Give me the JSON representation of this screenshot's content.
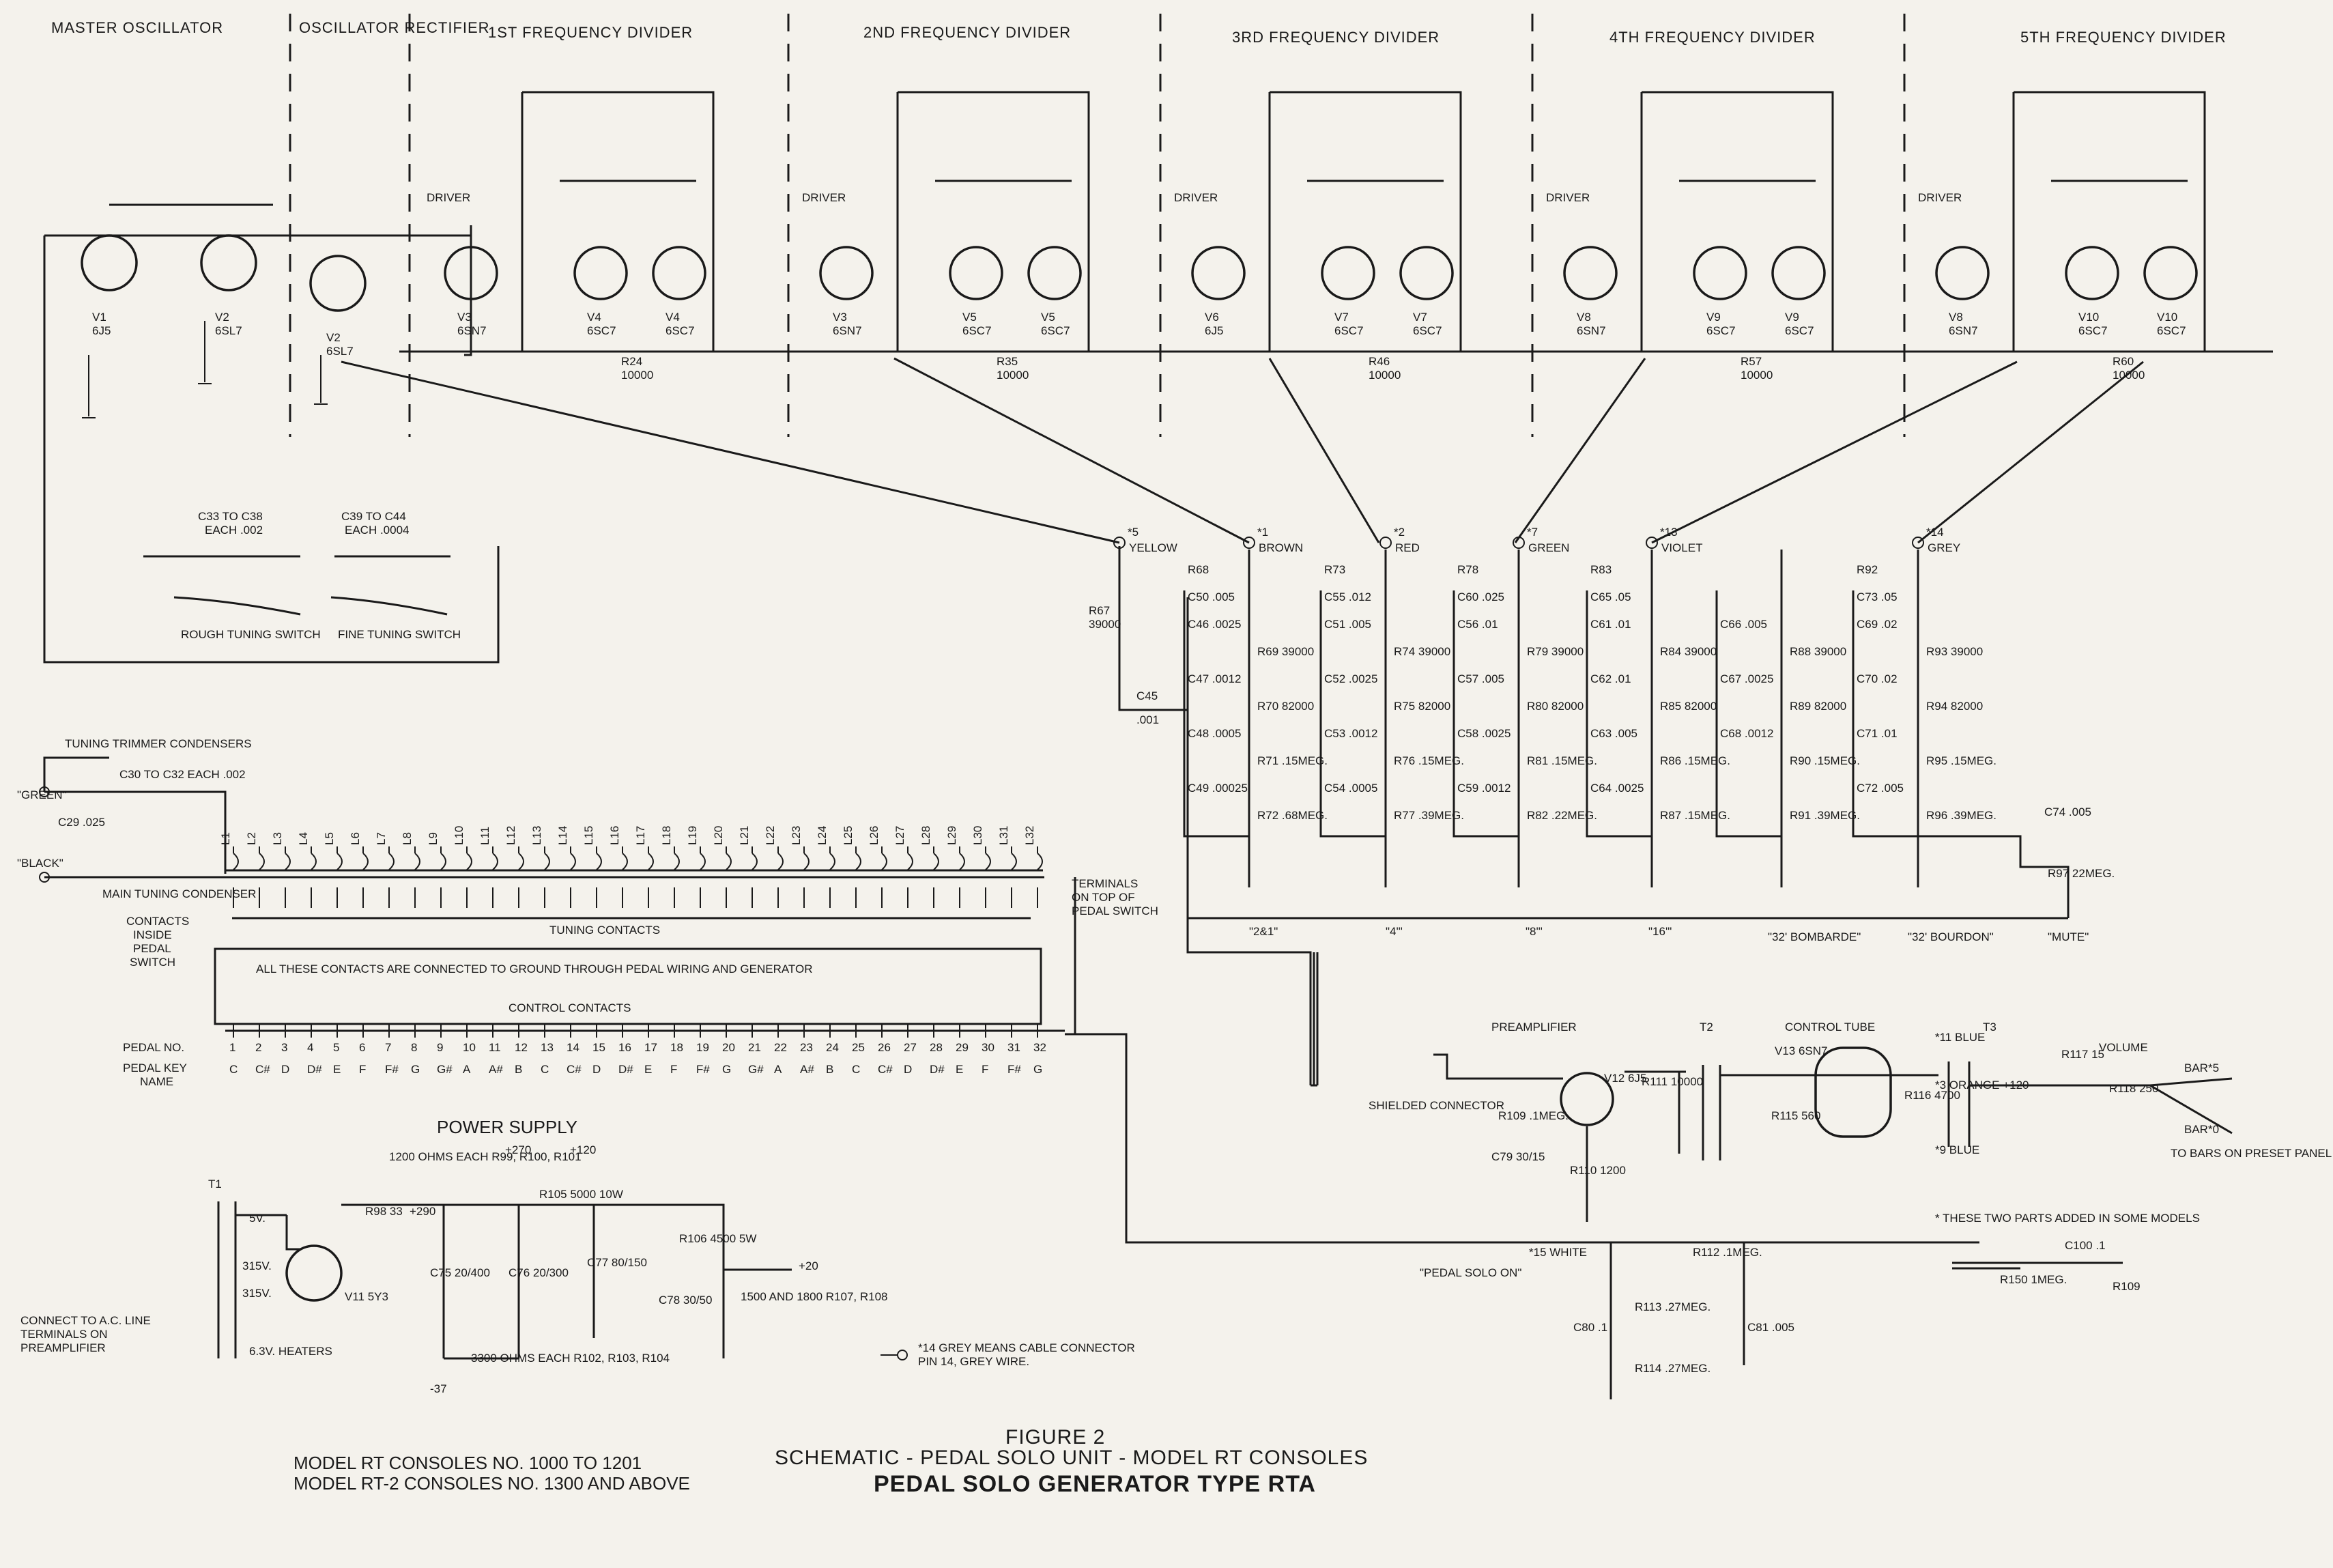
{
  "sections": [
    "MASTER OSCILLATOR",
    "OSCILLATOR RECTIFIER",
    "1ST FREQUENCY DIVIDER",
    "2ND FREQUENCY DIVIDER",
    "3RD FREQUENCY DIVIDER",
    "4TH FREQUENCY DIVIDER",
    "5TH FREQUENCY DIVIDER"
  ],
  "driver_label": "DRIVER",
  "divider_tubes": [
    {
      "driver": "V3",
      "driver_type": "6SN7",
      "pair_a": "V4",
      "pair_b": "V4",
      "pair_type": "6SC7",
      "out": "R24",
      "out_val": "10000"
    },
    {
      "driver": "V3",
      "driver_type": "6SN7",
      "pair_a": "V5",
      "pair_b": "V5",
      "pair_type": "6SC7",
      "out": "R35",
      "out_val": "10000"
    },
    {
      "driver": "V6",
      "driver_type": "6J5",
      "pair_a": "V7",
      "pair_b": "V7",
      "pair_type": "6SC7",
      "out": "R46",
      "out_val": "10000"
    },
    {
      "driver": "V8",
      "driver_type": "6SN7",
      "pair_a": "V9",
      "pair_b": "V9",
      "pair_type": "6SC7",
      "out": "R57",
      "out_val": "10000"
    },
    {
      "driver": "V8",
      "driver_type": "6SN7",
      "pair_a": "V10",
      "pair_b": "V10",
      "pair_type": "6SC7",
      "out": "R60",
      "out_val": "10000"
    }
  ],
  "osc_tubes": [
    {
      "name": "V1",
      "type": "6J5"
    },
    {
      "name": "V2",
      "type": "6SL7"
    },
    {
      "name": "V2",
      "type": "6SL7"
    }
  ],
  "connectors": [
    {
      "pin": "*5",
      "color": "YELLOW"
    },
    {
      "pin": "*1",
      "color": "BROWN"
    },
    {
      "pin": "*2",
      "color": "RED"
    },
    {
      "pin": "*7",
      "color": "GREEN"
    },
    {
      "pin": "*13",
      "color": "VIOLET"
    },
    {
      "pin": "*14",
      "color": "GREY"
    }
  ],
  "filter_parts": [
    [
      "R68",
      "C50 .005",
      "C46 .0025",
      "R69 39000",
      "C47 .0012",
      "R70 82000",
      "C48 .0005",
      "R71 .15MEG.",
      "C49 .00025",
      "R72 .68MEG."
    ],
    [
      "R73",
      "C55 .012",
      "C51 .005",
      "R74 39000",
      "C52 .0025",
      "R75 82000",
      "C53 .0012",
      "R76 .15MEG.",
      "C54 .0005",
      "R77 .39MEG."
    ],
    [
      "R78",
      "C60 .025",
      "C56 .01",
      "R79 39000",
      "C57 .005",
      "R80 82000",
      "C58 .0025",
      "R81 .15MEG.",
      "C59 .0012",
      "R82 .22MEG."
    ],
    [
      "R83",
      "C65 .05",
      "C61 .01",
      "R84 39000",
      "C62 .01",
      "R85 82000",
      "C63 .005",
      "R86 .15MEG.",
      "C64 .0025",
      "R87 .15MEG."
    ],
    [
      "",
      "",
      "C66 .005",
      "R88 39000",
      "C67 .0025",
      "R89 82000",
      "C68 .0012",
      "R90 .15MEG.",
      "",
      "R91 .39MEG."
    ],
    [
      "R92",
      "C73 .05",
      "C69 .02",
      "R93 39000",
      "C70 .02",
      "R94 82000",
      "C71 .01",
      "R95 .15MEG.",
      "C72 .005",
      "R96 .39MEG."
    ]
  ],
  "stops": [
    "\"2&1\"",
    "\"4'\"",
    "\"8'\"",
    "\"16'\"",
    "\"32' BOMBARDE\"",
    "\"32' BOURDON\"",
    "\"MUTE\""
  ],
  "tuning": {
    "rough": "ROUGH TUNING SWITCH",
    "fine": "FINE TUNING SWITCH",
    "c33": "C33 TO C38 EACH .002",
    "c39": "C39 TO C44 EACH .0004",
    "trimmer": "TUNING TRIMMER CONDENSERS",
    "c30": "C30 TO C32 EACH .002",
    "c29": "C29 .025",
    "main": "MAIN TUNING CONDENSER",
    "green": "\"GREEN\"",
    "black": "\"BLACK\""
  },
  "coils": [
    "L1",
    "L2",
    "L3",
    "L4",
    "L5",
    "L6",
    "L7",
    "L8",
    "L9",
    "L10",
    "L11",
    "L12",
    "L13",
    "L14",
    "L15",
    "L16",
    "L17",
    "L18",
    "L19",
    "L20",
    "L21",
    "L22",
    "L23",
    "L24",
    "L25",
    "L26",
    "L27",
    "L28",
    "L29",
    "L30",
    "L31",
    "L32"
  ],
  "contacts": {
    "tuning": "TUNING CONTACTS",
    "note": "ALL THESE CONTACTS ARE CONNECTED TO GROUND THROUGH PEDAL WIRING AND GENERATOR",
    "control": "CONTROL CONTACTS",
    "inside": "CONTACTS INSIDE PEDAL SWITCH",
    "terminals": "TERMINALS ON TOP OF PEDAL SWITCH",
    "pedal_no_label": "PEDAL NO.",
    "pedal_key_label": "PEDAL KEY NAME",
    "pedal_numbers": [
      "1",
      "2",
      "3",
      "4",
      "5",
      "6",
      "7",
      "8",
      "9",
      "10",
      "11",
      "12",
      "13",
      "14",
      "15",
      "16",
      "17",
      "18",
      "19",
      "20",
      "21",
      "22",
      "23",
      "24",
      "25",
      "26",
      "27",
      "28",
      "29",
      "30",
      "31",
      "32"
    ],
    "pedal_keys": [
      "C",
      "C#",
      "D",
      "D#",
      "E",
      "F",
      "F#",
      "G",
      "G#",
      "A",
      "A#",
      "B",
      "C",
      "C#",
      "D",
      "D#",
      "E",
      "F",
      "F#",
      "G",
      "G#",
      "A",
      "A#",
      "B",
      "C",
      "C#",
      "D",
      "D#",
      "E",
      "F",
      "F#",
      "G"
    ]
  },
  "power": {
    "title": "POWER SUPPLY",
    "t1": "T1",
    "v11": "V11 5Y3",
    "line": "CONNECT TO A.C. LINE TERMINALS ON PREAMPLIFIER",
    "heaters": "6.3V. HEATERS",
    "v5": "5V.",
    "v315a": "315V.",
    "v315b": "315V.",
    "r98": "R98 33",
    "p290": "+290",
    "ohms1200": "1200 OHMS EACH R99, R100, R101",
    "p270": "+270",
    "p120": "+120",
    "r105": "R105 5000 10W",
    "c75": "C75 20/400",
    "c76": "C76 20/300",
    "c77": "C77 80/150",
    "c78": "C78 30/50",
    "r106": "R106 4500 5W",
    "p20": "+20",
    "r107": "1500 AND 1800 R107, R108",
    "ohms3300": "3300 OHMS EACH R102, R103, R104",
    "m37": "-37"
  },
  "preamp": {
    "title": "PREAMPLIFIER",
    "v12": "V12 6J5",
    "shielded": "SHIELDED CONNECTOR",
    "r109": "R109 .1MEG.",
    "r110": "R110 1200",
    "r111": "R111 10000",
    "c79": "C79 30/15",
    "t2": "T2",
    "control": "CONTROL TUBE",
    "v13": "V13 6SN7",
    "r115": "R115 560",
    "r116": "R116 4700",
    "t3": "T3",
    "blue1": "*11 BLUE",
    "orange": "*3 ORANGE +120",
    "blue2": "*9 BLUE",
    "r117": "R117 15",
    "volume": "VOLUME",
    "r118": "R118 250",
    "bar5": "BAR*5",
    "bar0": "BAR*0",
    "bars": "TO BARS ON PRESET PANEL",
    "pedalsolo": "\"PEDAL SOLO ON\"",
    "white": "*15 WHITE",
    "r112": "R112 .1MEG.",
    "r113": "R113 .27MEG.",
    "r114": "R114 .27MEG.",
    "c80": "C80 .1",
    "c81": "C81 .005",
    "c74": "C74 .005",
    "r97": "R97 22MEG."
  },
  "notes": {
    "added": "* THESE TWO PARTS ADDED IN SOME MODELS",
    "c100": "C100 .1",
    "r150": "R150 1MEG.",
    "r109b": "R109",
    "grey": "*14 GREY MEANS CABLE CONNECTOR PIN 14, GREY WIRE."
  },
  "caption": {
    "fig": "FIGURE 2",
    "line1": "SCHEMATIC - PEDAL SOLO UNIT  -  MODEL RT CONSOLES",
    "line2": "PEDAL SOLO GENERATOR TYPE RTA",
    "models1": "MODEL RT CONSOLES NO. 1000 TO 1201",
    "models2": "MODEL RT-2 CONSOLES NO. 1300 AND ABOVE"
  }
}
